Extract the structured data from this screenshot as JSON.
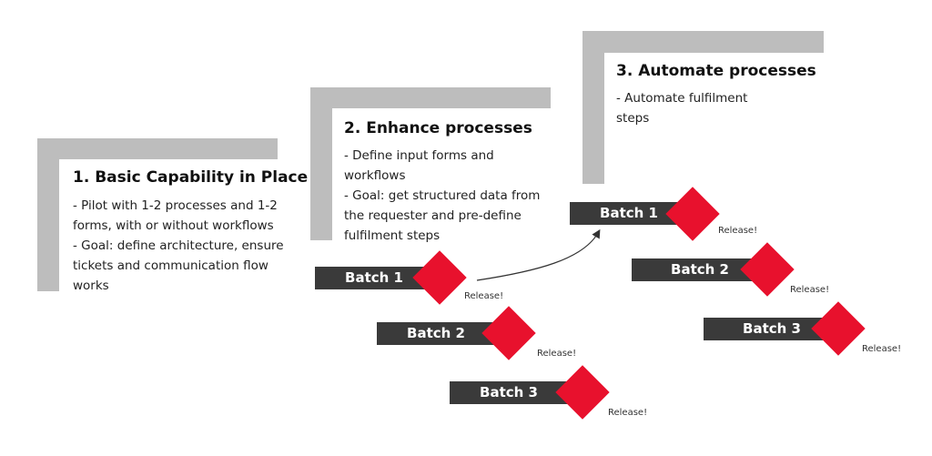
{
  "phases": [
    {
      "title": "1. Basic Capability in Place",
      "lines": [
        "- Pilot with 1-2 processes and 1-2",
        "forms, with or without workflows",
        "- Goal: define architecture, ensure",
        "tickets and communication flow",
        "works"
      ]
    },
    {
      "title": "2. Enhance processes",
      "lines": [
        "- Define input forms and",
        "workflows",
        "- Goal: get structured data from",
        "the requester and pre-define",
        "fulfilment steps"
      ]
    },
    {
      "title": "3. Automate processes",
      "lines": [
        "- Automate fulfilment",
        "steps"
      ]
    }
  ],
  "batches": {
    "b1": "Batch 1",
    "b2": "Batch 2",
    "b3": "Batch 3"
  },
  "release_label": "Release!",
  "colors": {
    "step_gray": "#bdbdbd",
    "batch_dark": "#3a3a3a",
    "release_red": "#e8112d"
  }
}
